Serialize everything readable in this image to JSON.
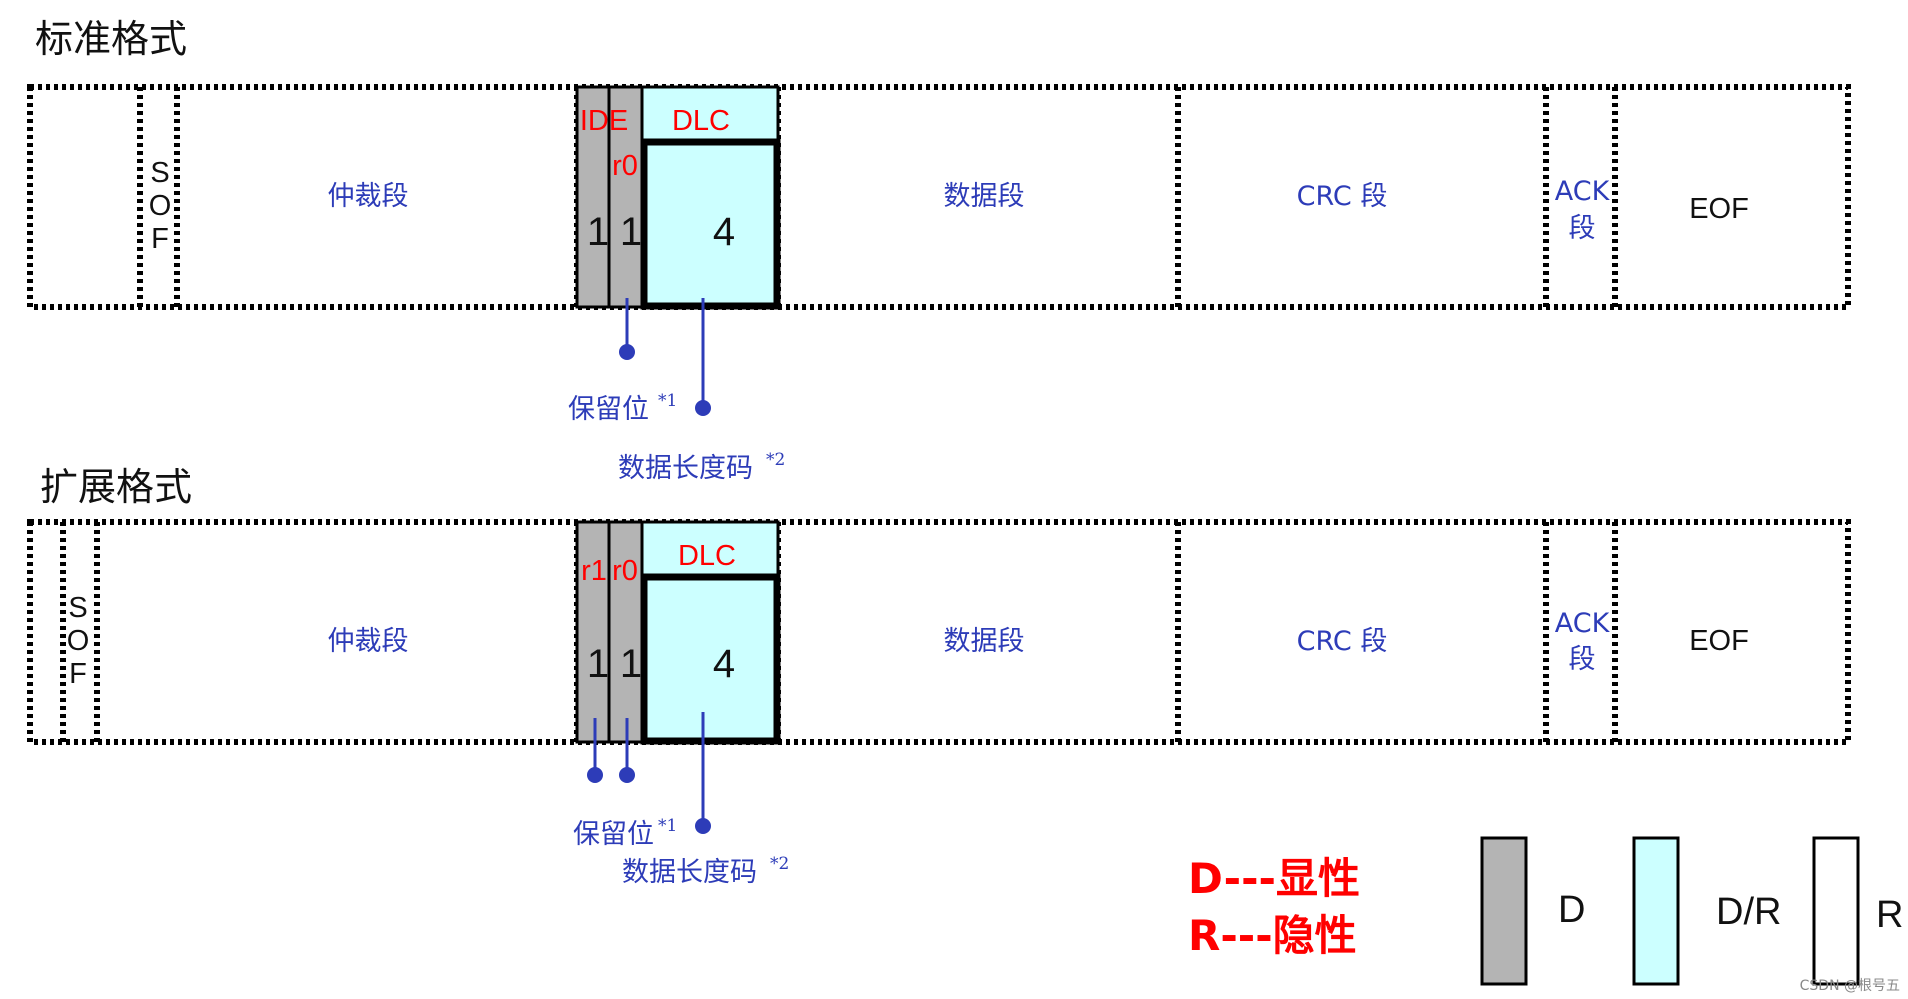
{
  "standard": {
    "title": "标准格式",
    "sof": [
      "S",
      "O",
      "F"
    ],
    "arbitration": "仲裁段",
    "ide": "IDE",
    "r0": "r0",
    "dlc": "DLC",
    "bit1": "1",
    "bit2": "1",
    "dlc_bits": "4",
    "data": "数据段",
    "crc": "CRC 段",
    "ack_line1": "ACK",
    "ack_line2": "段",
    "eof": "EOF",
    "reserved": "保留位",
    "reserved_sup": "*1",
    "dlc_desc": "数据长度码",
    "dlc_desc_sup": "*2"
  },
  "extended": {
    "title": "扩展格式",
    "sof": [
      "S",
      "O",
      "F"
    ],
    "arbitration": "仲裁段",
    "r1": "r1",
    "r0": "r0",
    "dlc": "DLC",
    "bit1": "1",
    "bit2": "1",
    "dlc_bits": "4",
    "data": "数据段",
    "crc": "CRC 段",
    "ack_line1": "ACK",
    "ack_line2": "段",
    "eof": "EOF",
    "reserved": "保留位",
    "reserved_sup": "*1",
    "dlc_desc": "数据长度码",
    "dlc_desc_sup": "*2"
  },
  "legend": {
    "d_meaning": "D---显性",
    "r_meaning": "R---隐性",
    "swatch_d": "D",
    "swatch_dr": "D/R",
    "swatch_r": "R"
  },
  "colors": {
    "dominant": "#b4b4b4",
    "dominant_recessive": "#ccffff",
    "recessive": "#ffffff",
    "annotation": "#2d3cb8",
    "accent": "#ff0000"
  },
  "watermark": "CSDN @根号五"
}
